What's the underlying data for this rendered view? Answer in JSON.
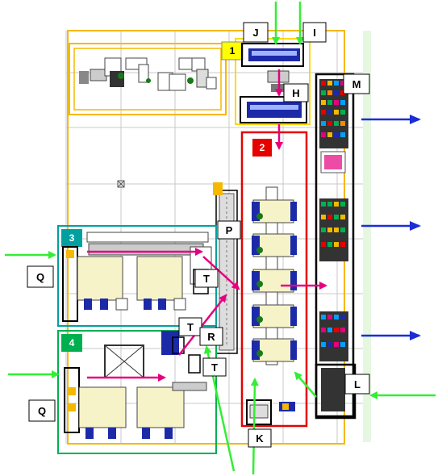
{
  "zone_labels": {
    "z1": "1",
    "z2": "2",
    "z3": "3",
    "z4": "4"
  },
  "callout_labels": {
    "J": "J",
    "I": "I",
    "H": "H",
    "M": "M",
    "P": "P",
    "Q_top": "Q",
    "Q_bottom": "Q",
    "T_top": "T",
    "T_mid": "T",
    "T_bottom": "T",
    "R": "R",
    "K": "K",
    "L": "L"
  },
  "colors": {
    "zone1_fill": "#ffff00",
    "zone1_border": "#ffd700",
    "zone2": "#e60000",
    "zone3": "#00a0a0",
    "zone4": "#00b050",
    "upper_area": "#f5b800",
    "input_arrow": "#33ee33",
    "output_arrow": "#1a2dd8",
    "flow_arrow": "#e6007e",
    "grid": "#c8c8c8",
    "machine_cream": "#f7f3c8",
    "machine_blue": "#1c2aa8",
    "side_stripe": "#e6f7e0"
  }
}
